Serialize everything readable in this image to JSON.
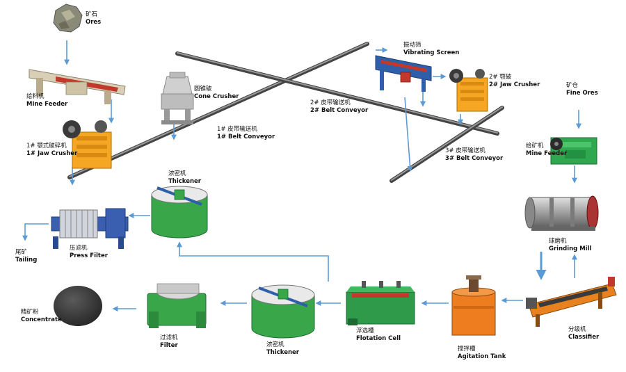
{
  "colors": {
    "arrow": "#5b9bd5",
    "conveyor": "#6f6f6f",
    "crusher_orange": "#f5a623",
    "thickener_green": "#3aa64a",
    "flotation_green": "#2e9a4a",
    "tank_orange": "#ee7d1f",
    "press_blue": "#3a5fb0",
    "concentrate": "#3c3c3c"
  },
  "labels": {
    "ores": {
      "cn": "矿石",
      "en": "Ores"
    },
    "mine_feeder_1": {
      "cn": "给料机",
      "en": "Mine Feeder"
    },
    "jaw_crusher_1": {
      "cn": "1# 颚式破碎机",
      "en": "1# Jaw Crusher"
    },
    "cone_crusher": {
      "cn": "圆锥破",
      "en": "Cone Crusher"
    },
    "belt_conveyor_1": {
      "cn": "1# 皮带输送机",
      "en": "1# Belt Conveyor"
    },
    "belt_conveyor_2": {
      "cn": "2# 皮带输送机",
      "en": "2# Belt Conveyor"
    },
    "vibrating_screen": {
      "cn": "振动筛",
      "en": "Vibrating Screen"
    },
    "jaw_crusher_2": {
      "cn": "2# 颚破",
      "en": "2# Jaw Crusher"
    },
    "fine_ores": {
      "cn": "矿仓",
      "en": "Fine Ores"
    },
    "belt_conveyor_3": {
      "cn": "3# 皮带输送机",
      "en": "3# Belt Conveyor"
    },
    "mine_feeder_2": {
      "cn": "给矿机",
      "en": "Mine Feeder"
    },
    "grinding_mill": {
      "cn": "球磨机",
      "en": "Grinding Mill"
    },
    "classifier": {
      "cn": "分级机",
      "en": "Classifier"
    },
    "agitation_tank": {
      "cn": "搅拌槽",
      "en": "Agitation Tank"
    },
    "flotation_cell": {
      "cn": "浮选槽",
      "en": "Flotation Cell"
    },
    "thickener_2": {
      "cn": "浓密机",
      "en": "Thickener"
    },
    "filter": {
      "cn": "过滤机",
      "en": "Filter"
    },
    "concentrate": {
      "cn": "精矿粉",
      "en": "Concentrate"
    },
    "thickener_1": {
      "cn": "浓密机",
      "en": "Thickener"
    },
    "press_filter": {
      "cn": "压滤机",
      "en": "Press Filter"
    },
    "tailing": {
      "cn": "尾矿",
      "en": "Tailing"
    }
  }
}
